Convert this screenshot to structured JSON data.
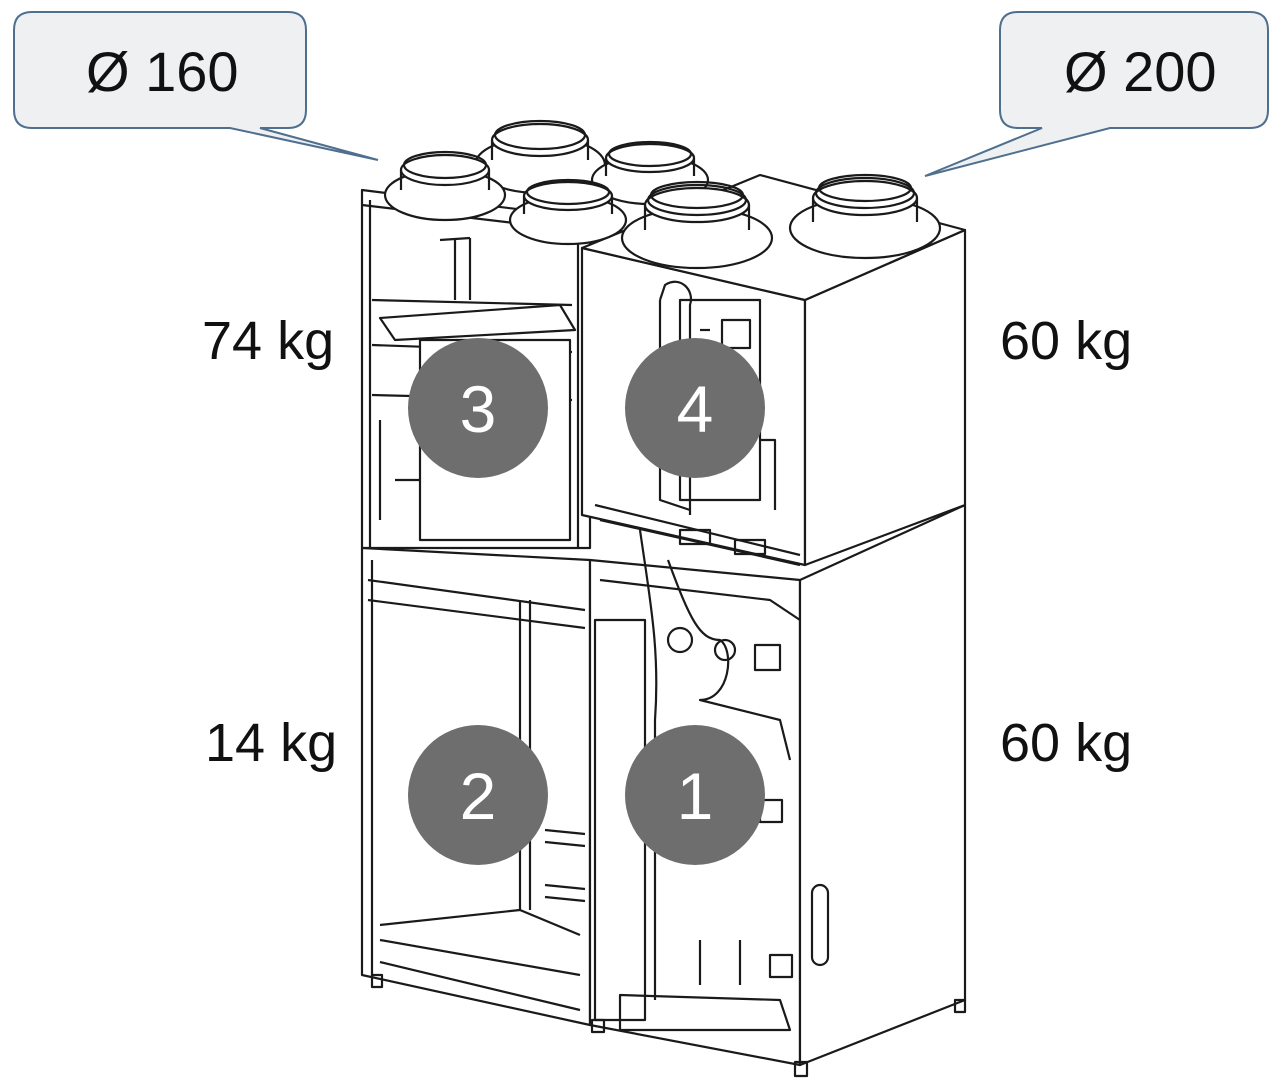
{
  "callouts": {
    "left": "Ø 160",
    "right": "Ø 200"
  },
  "weights": {
    "top_left": "74 kg",
    "top_right": "60 kg",
    "bottom_left": "14 kg",
    "bottom_right": "60 kg"
  },
  "modules": [
    {
      "number": "1"
    },
    {
      "number": "2"
    },
    {
      "number": "3"
    },
    {
      "number": "4"
    }
  ],
  "colors": {
    "callout_fill": "#eef0f1",
    "callout_stroke": "#4f6f8f",
    "marker_fill": "#6e6e6e",
    "marker_text": "#ffffff",
    "line": "#1a1a1a"
  }
}
